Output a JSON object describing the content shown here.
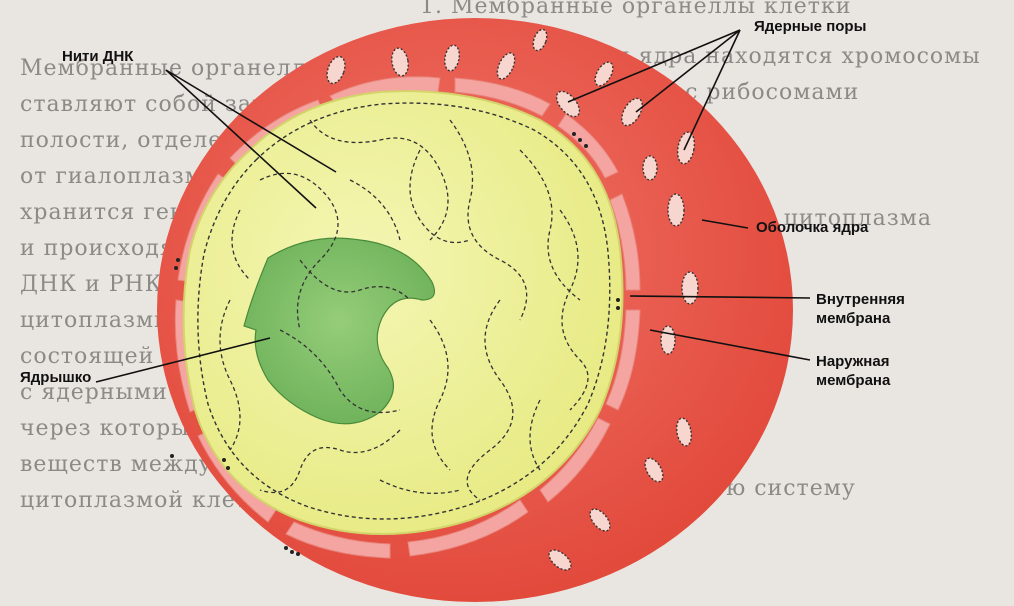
{
  "labels": {
    "dna_threads": "Нити ДНК",
    "nuclear_pores": "Ядерные поры",
    "nuclear_envelope": "Оболочка ядра",
    "inner_membrane_line1": "Внутренняя",
    "inner_membrane_line2": "мембрана",
    "outer_membrane_line1": "Наружная",
    "outer_membrane_line2": "мембрана",
    "nucleolus": "Ядрышко"
  },
  "background_text": {
    "heading": "1. Мембранные органеллы клетки",
    "lines": [
      "Мембранные органеллы пред-",
      "ставляют собой замкнутые",
      "полости, отделенные мембраной",
      "от гиалоплазмы. В ядре клетки",
      "хранится генетическая информация",
      "и происходят процессы синтеза",
      "ДНК и РНК. Ядро отделено от",
      "цитоплазмы ядерной оболочкой,",
      "состоящей из двух мембран",
      "с ядерными порами",
      "через которые идет обмен",
      "веществ между ядром и",
      "цитоплазмой клетки",
      "Внутри ядра находятся хромосомы",
      "и ядрышко с рибосомами",
      "Ядро, ядрышко и цитоплазма",
      "связаны в единую систему"
    ]
  },
  "colors": {
    "envelope": "#ec5a4a",
    "nucleoplasm": "#f0f29a",
    "nucleolus": "#86c46a",
    "membrane_segment": "#f3a3a0",
    "pore": "#f9d7d2",
    "label_line": "#111111"
  }
}
